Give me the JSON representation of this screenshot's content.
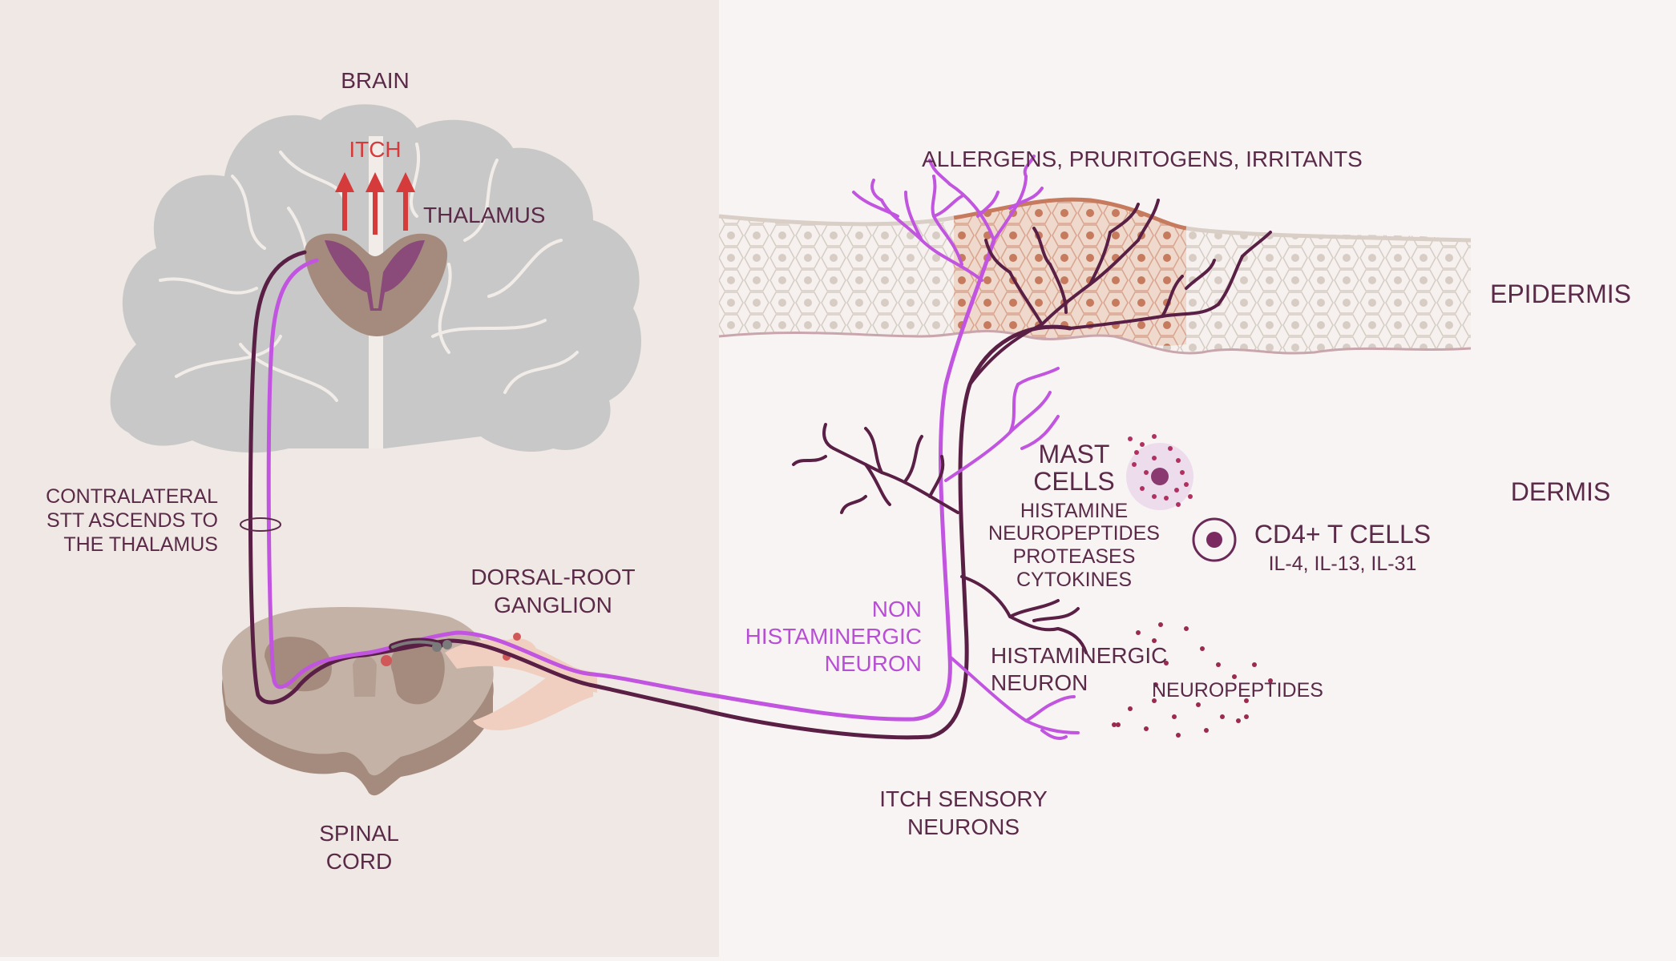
{
  "labels": {
    "brain": "BRAIN",
    "itch": "ITCH",
    "thalamus": "THALAMUS",
    "stt_line1": "CONTRALATERAL",
    "stt_line2": "STT ASCENDS TO",
    "stt_line3": "THE THALAMUS",
    "drg_line1": "DORSAL-ROOT",
    "drg_line2": "GANGLION",
    "spinal_line1": "SPINAL",
    "spinal_line2": "CORD",
    "allergens": "ALLERGENS, PRURITOGENS, IRRITANTS",
    "epidermis": "EPIDERMIS",
    "dermis": "DERMIS",
    "mast_line1": "MAST",
    "mast_line2": "CELLS",
    "mast_products": [
      "HISTAMINE",
      "NEUROPEPTIDES",
      "PROTEASES",
      "CYTOKINES"
    ],
    "tcells_title": "CD4+ T CELLS",
    "tcells_products": "IL-4, IL-13, IL-31",
    "nonhist_line1": "NON",
    "nonhist_line2": "HISTAMINERGIC",
    "nonhist_line3": "NEURON",
    "hist_line1": "HISTAMINERGIC",
    "hist_line2": "NEURON",
    "neuropeptides": "NEUROPEPTIDES",
    "sensory_line1": "ITCH SENSORY",
    "sensory_line2": "NEURONS"
  },
  "colors": {
    "left_panel": "#efe8e4",
    "right_panel": "#f8f4f3",
    "brain": "#c8c8c8",
    "thalamus": "#a58b7d",
    "thalamus_core": "#8a4a7a",
    "spinal_cord": "#c4b2a6",
    "spinal_dark": "#a58b7d",
    "nerve_dark": "#5a1f45",
    "nerve_pink": "#c255e0",
    "itch_arrow": "#d63b3b",
    "epidermis_cell": "#d9cfc6",
    "inflamed_cell": "#c67a5e",
    "text": "#5a2a48"
  },
  "icons": [
    "brain-icon",
    "thalamus-icon",
    "spinal-cord-icon",
    "dorsal-root-ganglion-icon",
    "mast-cell-icon",
    "t-cell-icon",
    "itch-arrow-icon"
  ]
}
